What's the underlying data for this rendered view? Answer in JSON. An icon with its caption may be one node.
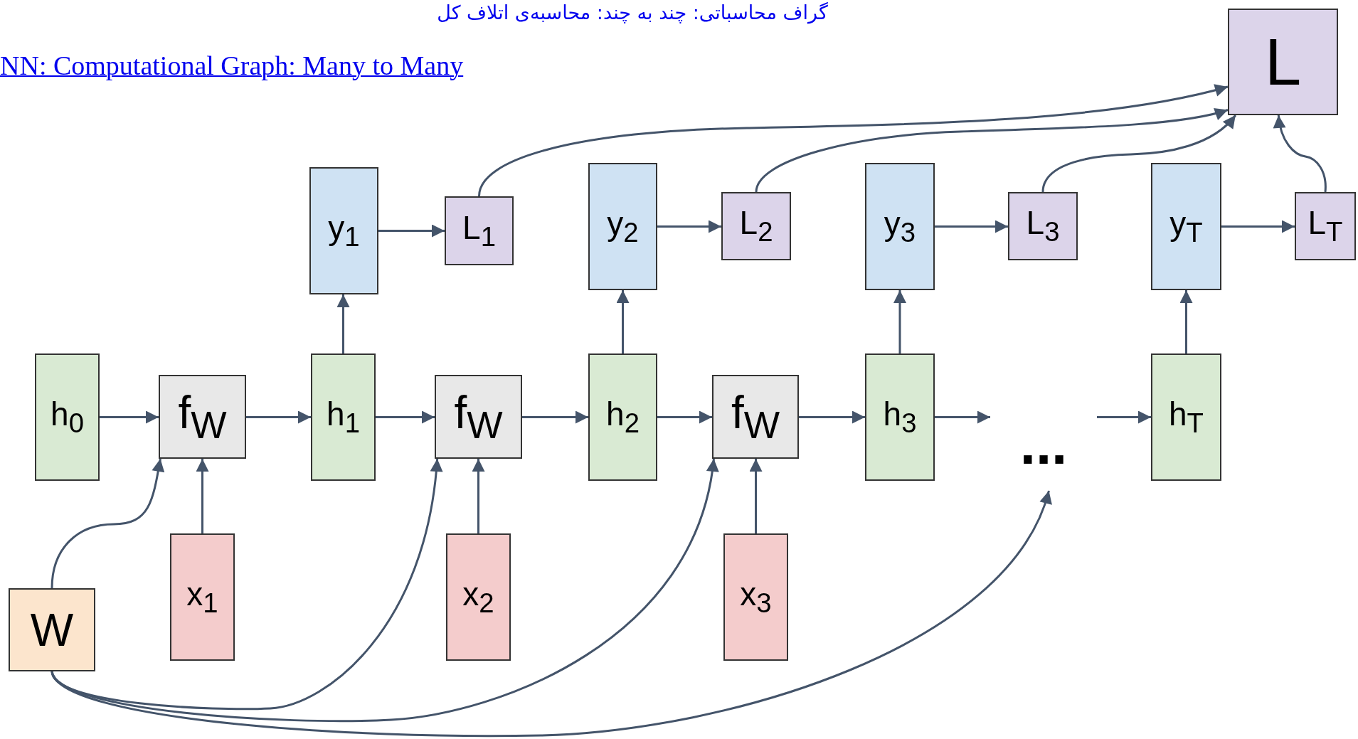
{
  "diagram": {
    "title": "گراف محاسباتی: چند به چند: محاسبه‌ی اتلاف کل",
    "nodes": [
      {
        "text": [
          "L"
        ]
      },
      {
        "text": [
          "y$_{1}$"
        ]
      },
      {
        "text": [
          "L$_{1}$"
        ]
      },
      {
        "text": [
          "y$_{2}$"
        ]
      },
      {
        "text": [
          "L$_{2}$"
        ]
      },
      {
        "text": [
          "y$_{3}$"
        ]
      },
      {
        "text": [
          "L$_{3}$"
        ]
      },
      {
        "text": [
          "y$_{T}$"
        ]
      },
      {
        "text": [
          "L$_{T}$"
        ]
      },
      {
        "text": [
          "h$_{0}$"
        ]
      },
      {
        "text": [
          "f$_{W}$"
        ]
      },
      {
        "text": [
          "h$_{1}$"
        ]
      },
      {
        "text": [
          "f$_{W}$"
        ]
      },
      {
        "text": [
          "h$_{2}$"
        ]
      },
      {
        "text": [
          "f$_{W}$"
        ]
      },
      {
        "text": [
          "h$_{3}$"
        ]
      },
      {
        "text": [
          "..."
        ]
      },
      {
        "text": [
          "h$_{T}$"
        ]
      },
      {
        "text": [
          "x$_{1}$"
        ]
      },
      {
        "text": [
          "x$_{2}$"
        ]
      },
      {
        "text": [
          "x$_{3}$"
        ]
      },
      {
        "text": [
          "W"
        ]
      }
    ],
    "edges": [
      {
        "from": 9,
        "to": 10,
        "arrow": "to"
      },
      {
        "from": 10,
        "to": 11,
        "arrow": "to"
      },
      {
        "from": 11,
        "to": 12,
        "arrow": "to"
      },
      {
        "from": 12,
        "to": 13,
        "arrow": "to"
      },
      {
        "from": 13,
        "to": 14,
        "arrow": "to"
      },
      {
        "from": 14,
        "to": 15,
        "arrow": "to"
      },
      {
        "from": 15,
        "to": 16,
        "arrow": "to"
      },
      {
        "from": 16,
        "to": 17,
        "arrow": "to"
      },
      {
        "from": 18,
        "to": 10,
        "arrow": "to"
      },
      {
        "from": 19,
        "to": 12,
        "arrow": "to"
      },
      {
        "from": 20,
        "to": 14,
        "arrow": "to"
      },
      {
        "from": 11,
        "to": 1,
        "arrow": "to"
      },
      {
        "from": 13,
        "to": 3,
        "arrow": "to"
      },
      {
        "from": 15,
        "to": 5,
        "arrow": "to"
      },
      {
        "from": 17,
        "to": 7,
        "arrow": "to"
      },
      {
        "from": 1,
        "to": 2,
        "arrow": "to"
      },
      {
        "from": 3,
        "to": 4,
        "arrow": "to"
      },
      {
        "from": 5,
        "to": 6,
        "arrow": "to"
      },
      {
        "from": 7,
        "to": 8,
        "arrow": "to"
      },
      {
        "from": 2,
        "to": 0,
        "arrow": "to"
      },
      {
        "from": 4,
        "to": 0,
        "arrow": "to"
      },
      {
        "from": 6,
        "to": 0,
        "arrow": "to"
      },
      {
        "from": 8,
        "to": 0,
        "arrow": "to"
      },
      {
        "from": 21,
        "to": 10,
        "arrow": "to"
      },
      {
        "from": 21,
        "to": 12,
        "arrow": "to"
      },
      {
        "from": 21,
        "to": 14,
        "arrow": "to"
      },
      {
        "from": 21,
        "to": 16,
        "arrow": "to"
      }
    ],
    "labels": [
      "NN: Computational Graph: Many to Many"
    ]
  }
}
